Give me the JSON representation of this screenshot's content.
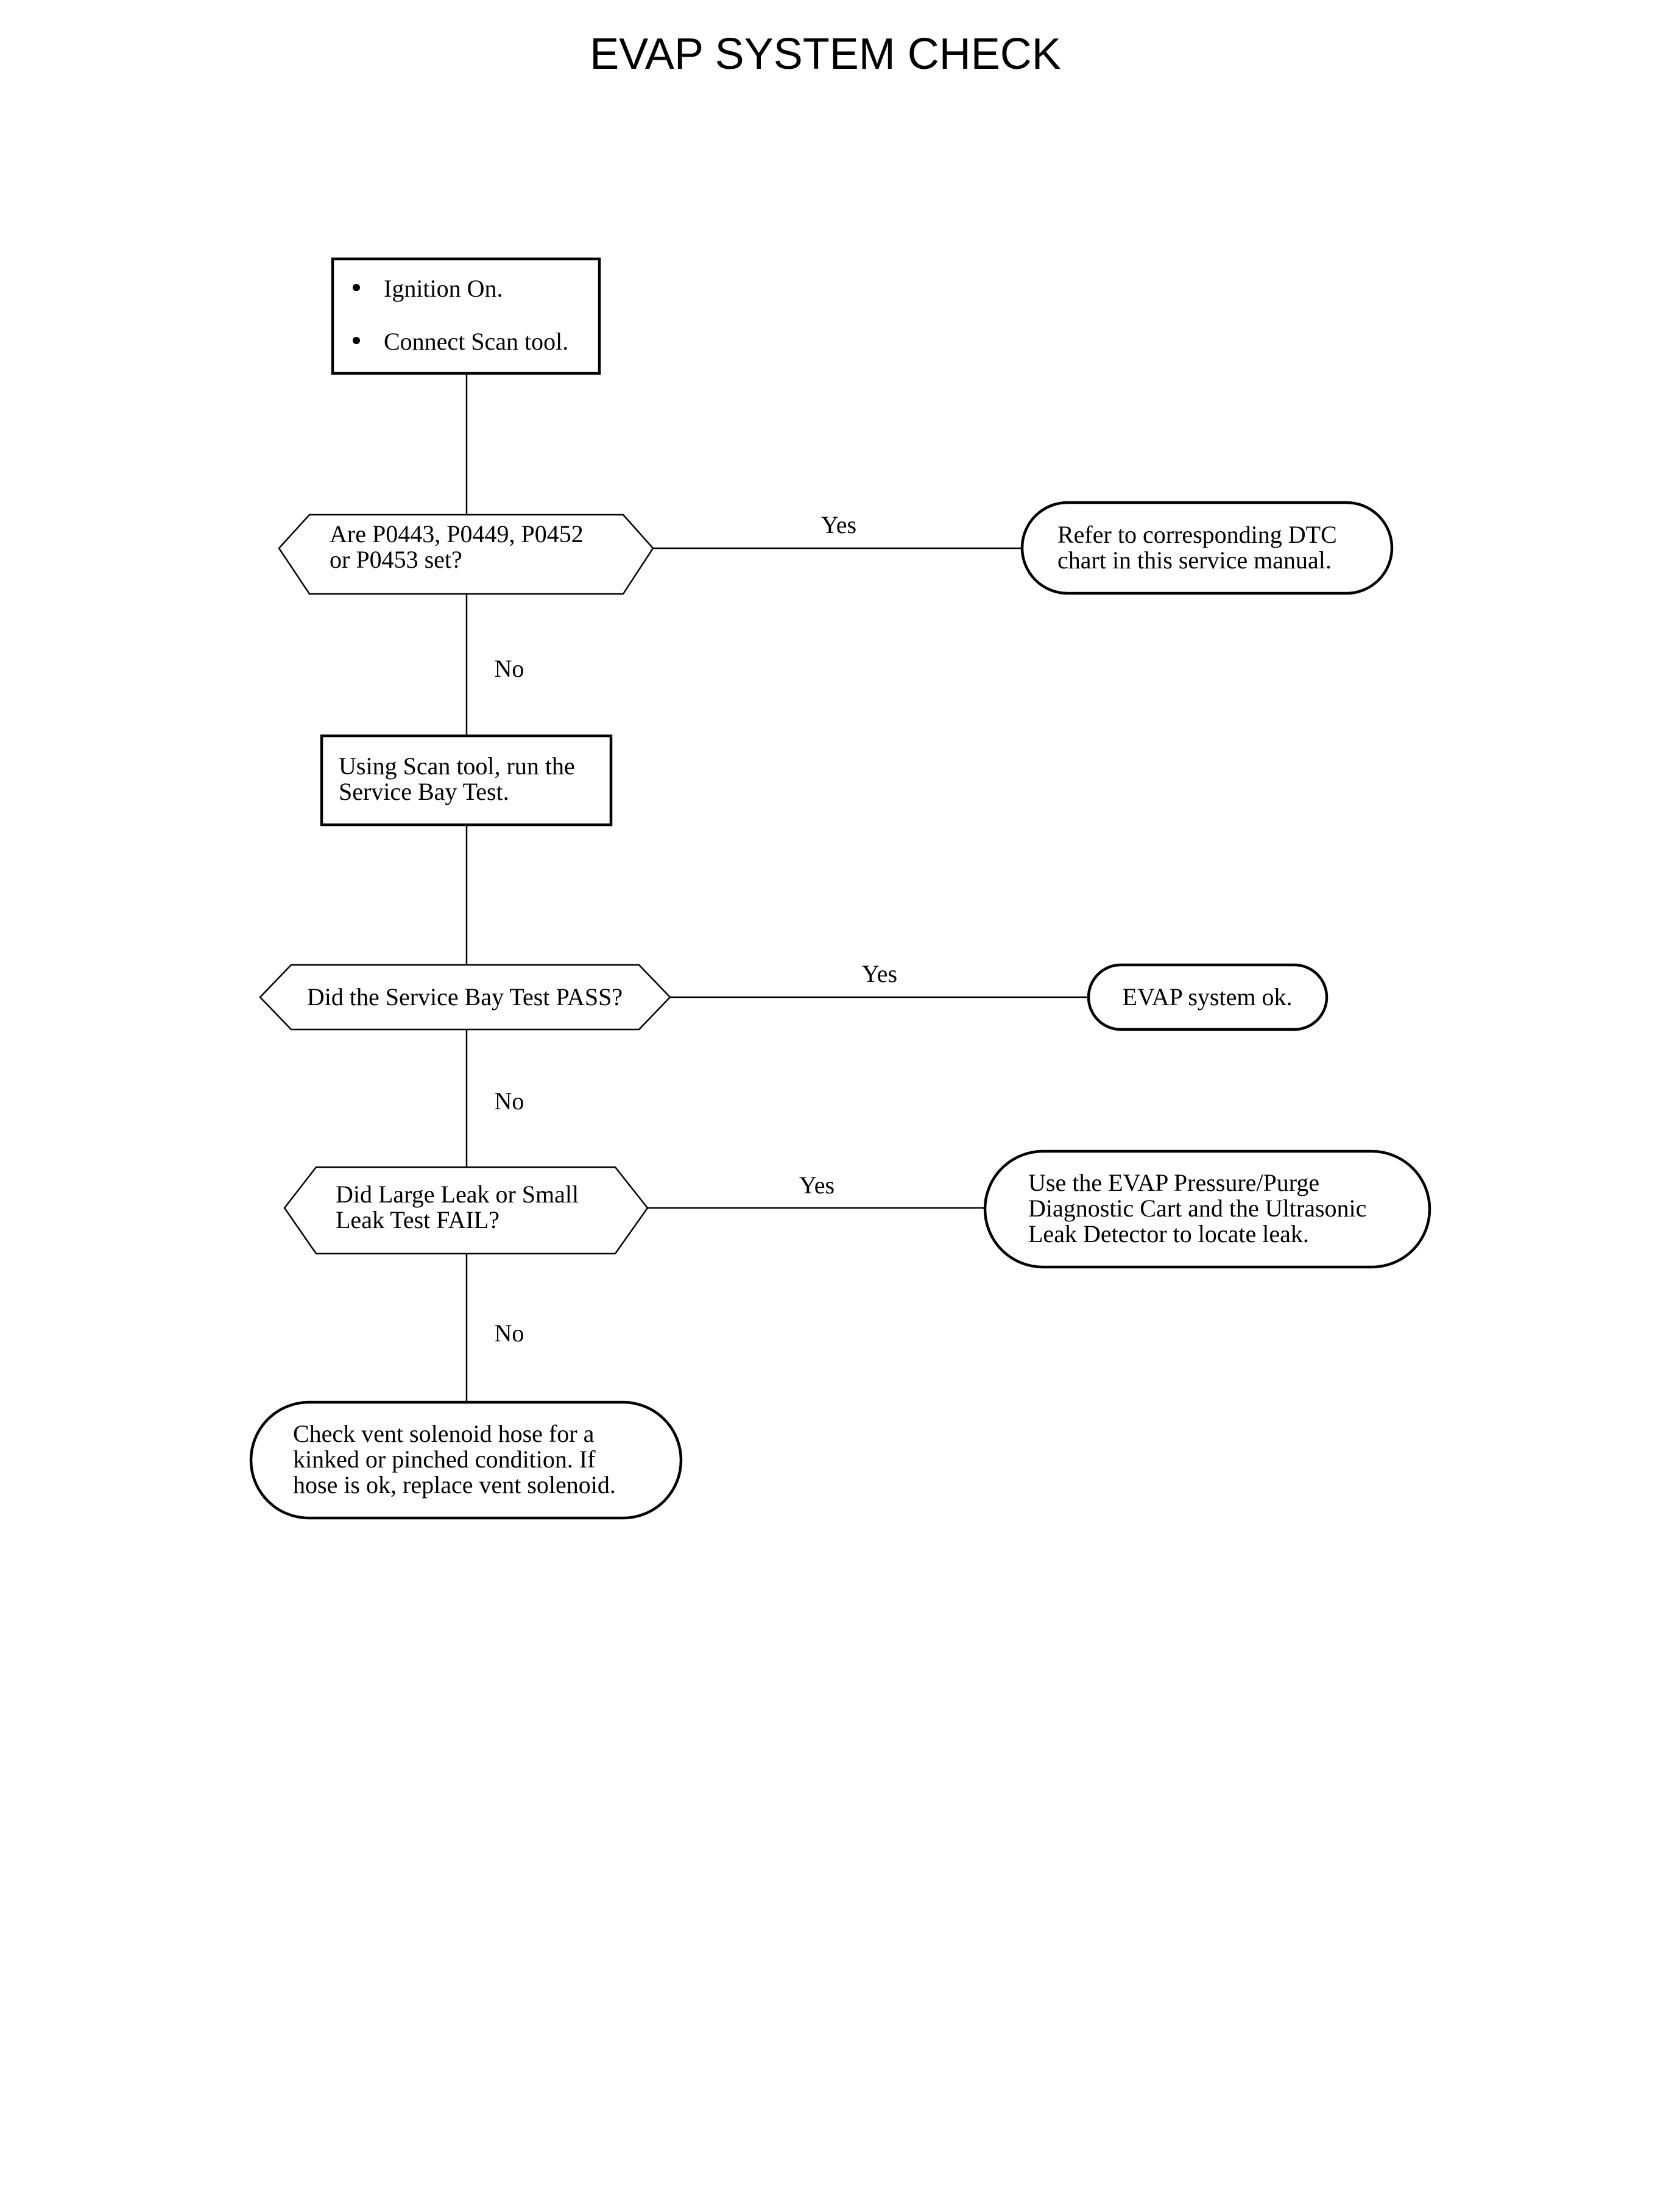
{
  "title": "EVAP SYSTEM CHECK",
  "start_box": {
    "bullets": [
      "Ignition On.",
      "Connect Scan tool."
    ]
  },
  "decision_1": {
    "lines": [
      "Are P0443, P0449, P0452",
      "or P0453 set?"
    ],
    "yes_label": "Yes",
    "no_label": "No"
  },
  "terminal_1": {
    "lines": [
      "Refer to corresponding DTC",
      "chart in this service manual."
    ]
  },
  "process_2": {
    "lines": [
      "Using Scan tool, run the",
      "Service Bay Test."
    ]
  },
  "decision_2": {
    "lines": [
      "Did the Service Bay Test PASS?"
    ],
    "yes_label": "Yes",
    "no_label": "No"
  },
  "terminal_2": {
    "lines": [
      "EVAP system ok."
    ]
  },
  "decision_3": {
    "lines": [
      "Did Large Leak or Small",
      "Leak Test FAIL?"
    ],
    "yes_label": "Yes",
    "no_label": "No"
  },
  "terminal_3": {
    "lines": [
      "Use the EVAP Pressure/Purge",
      "Diagnostic Cart and the Ultrasonic",
      "Leak Detector to locate leak."
    ]
  },
  "terminal_4": {
    "lines": [
      "Check vent solenoid hose for a",
      "kinked or pinched condition. If",
      "hose is ok, replace vent solenoid."
    ]
  }
}
